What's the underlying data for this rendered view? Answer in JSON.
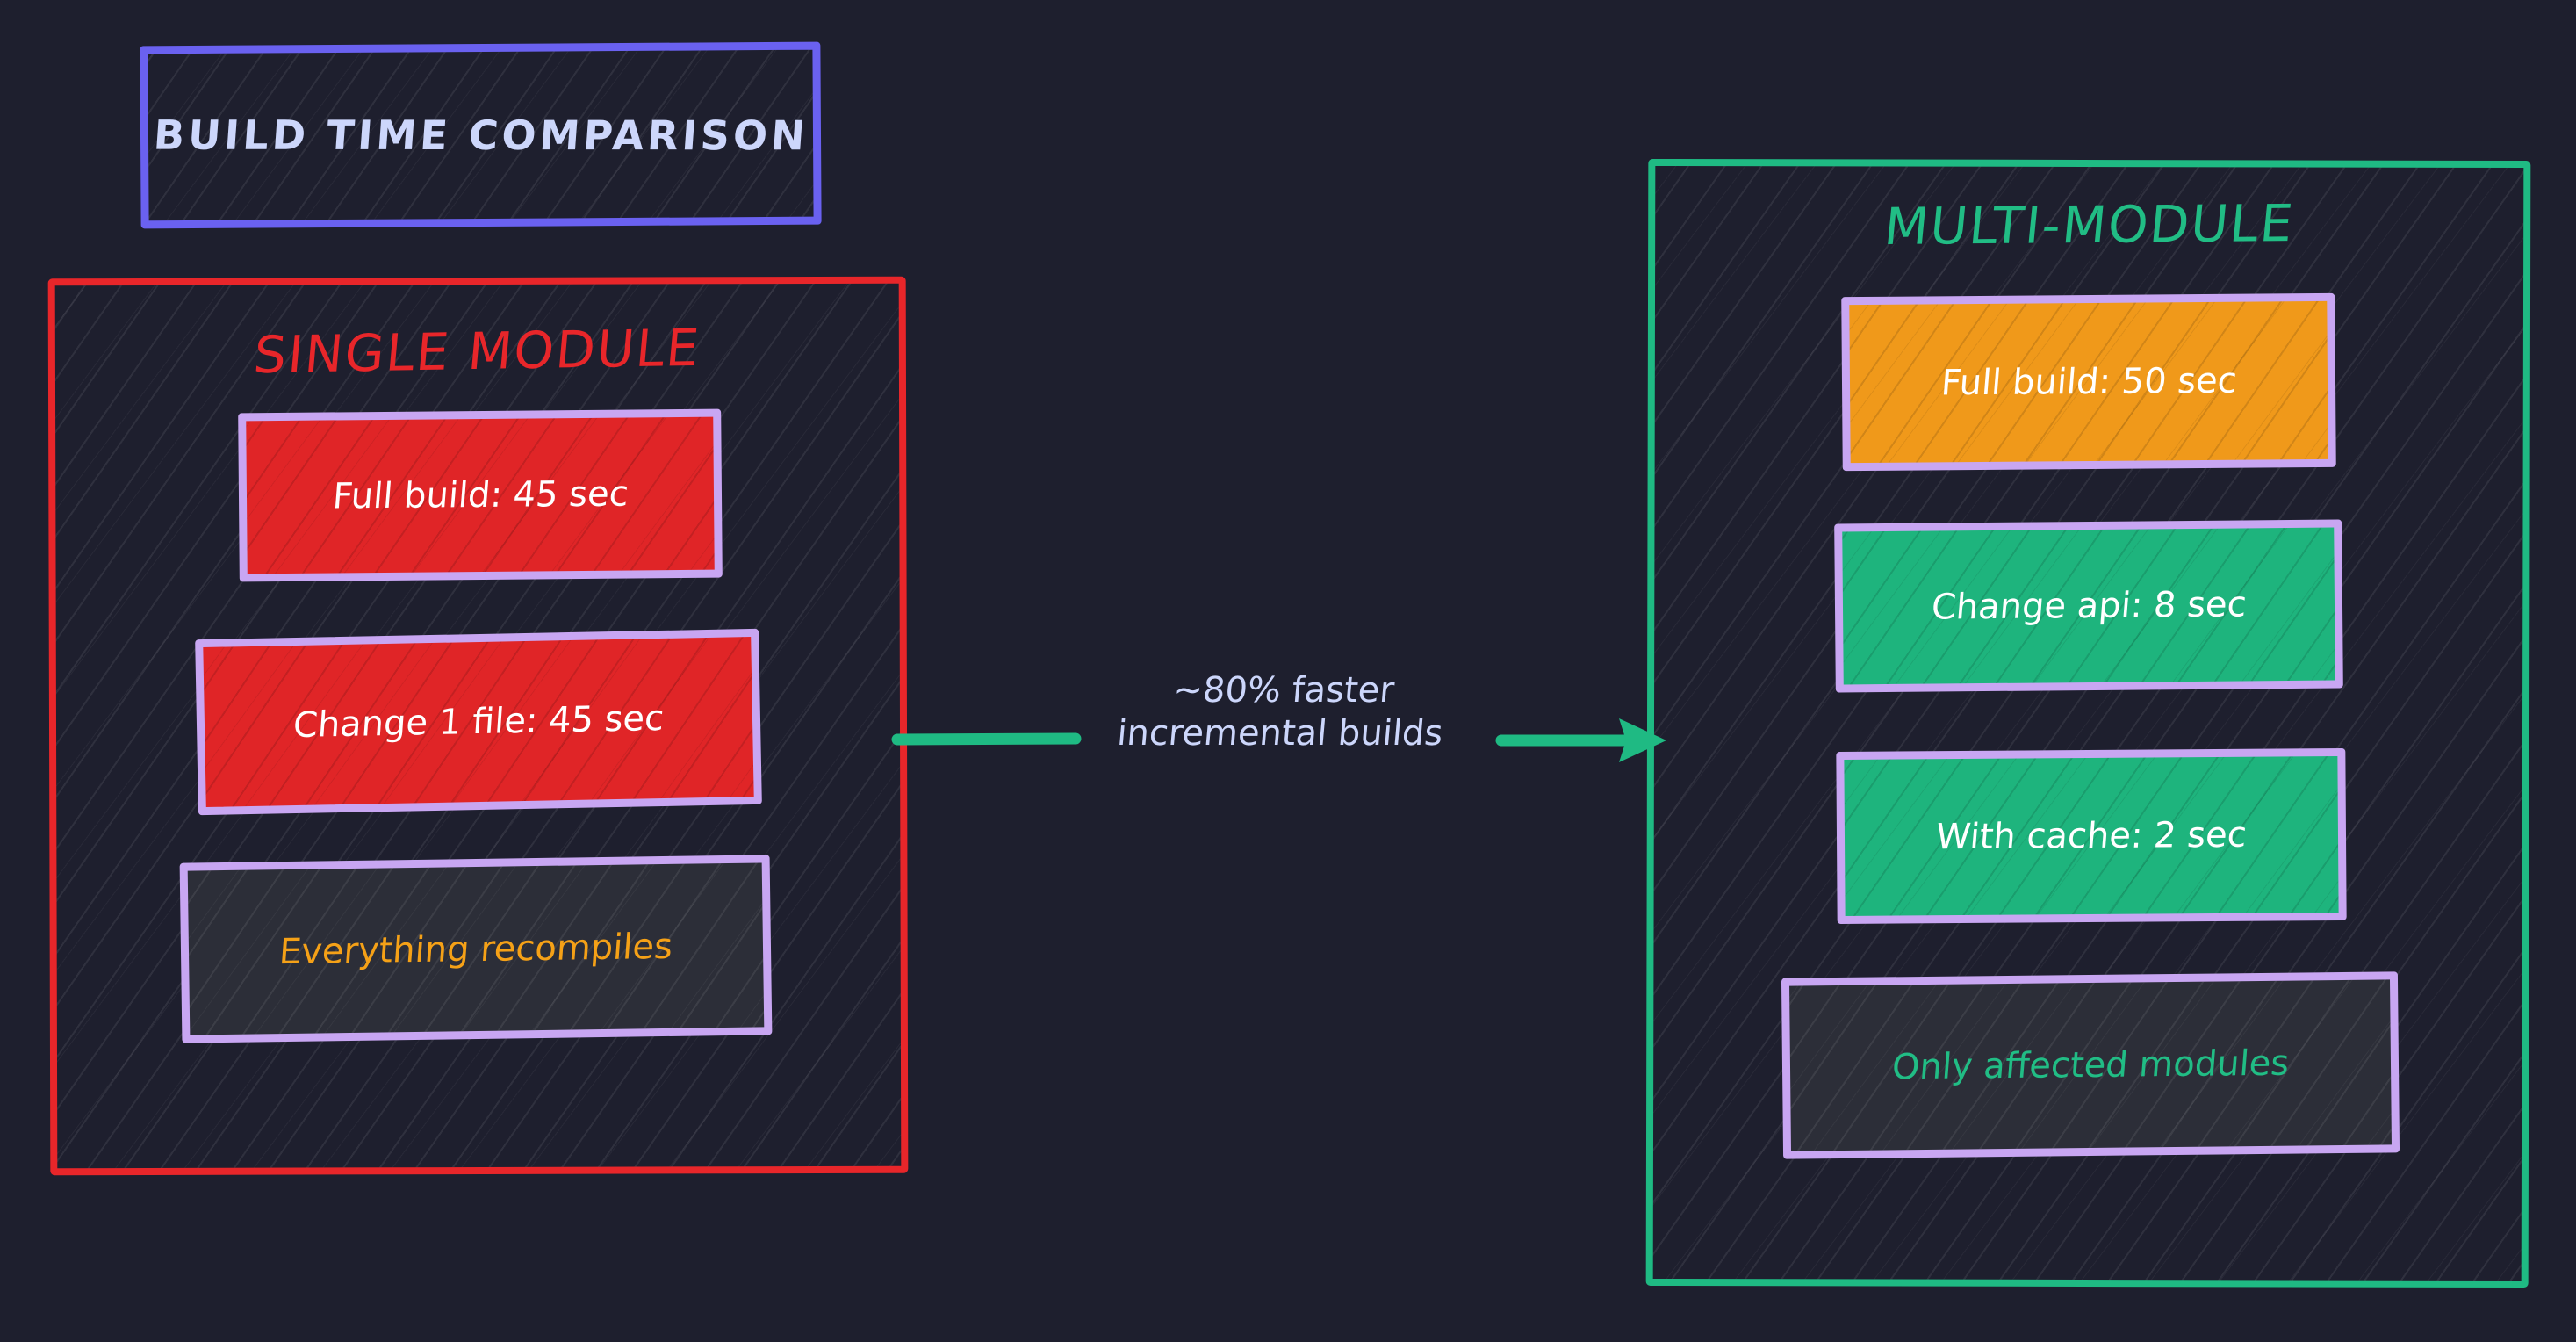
{
  "background_color": "#1e1f2e",
  "title_card": {
    "label": "BUILD TIME COMPARISON",
    "border_color": "#6a61f0",
    "text_color": "#ccd6fb"
  },
  "panels": [
    {
      "id": "single",
      "title": "SINGLE MODULE",
      "border_color": "#e8262a",
      "title_color": "#e8262a",
      "items": [
        {
          "label": "Full build: 45 sec",
          "fill": "#e02527",
          "text_color": "#ffffff",
          "border_color": "#c8a6f2",
          "style": "red"
        },
        {
          "label": "Change 1 file: 45 sec",
          "fill": "#e02527",
          "text_color": "#ffffff",
          "border_color": "#c8a6f2",
          "style": "red"
        },
        {
          "label": "Everything recompiles",
          "fill": "#2c2e38",
          "text_color": "#f5a117",
          "border_color": "#c8a6f2",
          "style": "ghost"
        }
      ]
    },
    {
      "id": "multi",
      "title": "MULTI-MODULE",
      "border_color": "#1fba83",
      "title_color": "#21bd85",
      "items": [
        {
          "label": "Full build: 50 sec",
          "fill": "#f0991a",
          "text_color": "#ffffff",
          "border_color": "#c8a6f2",
          "style": "amber"
        },
        {
          "label": "Change api: 8 sec",
          "fill": "#1eb47d",
          "text_color": "#ffffff",
          "border_color": "#c8a6f2",
          "style": "green"
        },
        {
          "label": "With cache: 2 sec",
          "fill": "#1eb47d",
          "text_color": "#ffffff",
          "border_color": "#c8a6f2",
          "style": "green"
        },
        {
          "label": "Only affected modules",
          "fill": "#2c2e38",
          "text_color": "#21bd85",
          "border_color": "#c8a6f2",
          "style": "ghost"
        }
      ]
    }
  ],
  "connector": {
    "label_line1": "~80% faster",
    "label_line2": "incremental builds",
    "text_color": "#ccd6fb",
    "arrow_color": "#1fba83",
    "direction": "left-to-right"
  }
}
